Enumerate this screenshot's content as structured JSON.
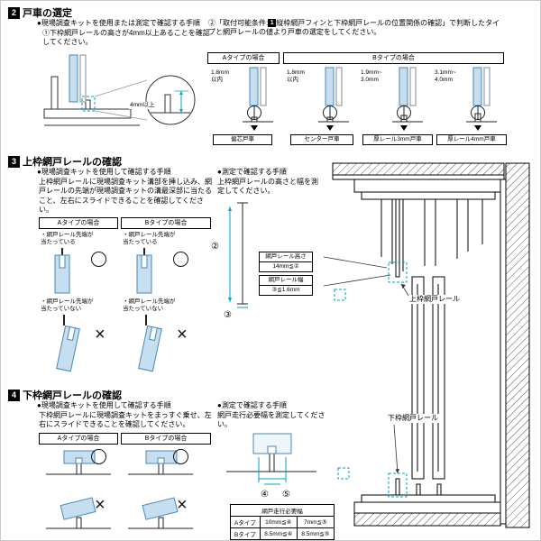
{
  "colors": {
    "kit_blue_fill": "#c5dff0",
    "kit_blue_line": "#4a87b8",
    "dim_teal": "#00a0c8",
    "header_badge": "#000000"
  },
  "marks": {
    "ok": "○",
    "ng": "×"
  },
  "s2": {
    "num": "2",
    "title": "戸車の選定",
    "bullet1": "●現場調査キットを使用または測定で確認する手順",
    "step1": "①下枠網戸レールの高さが4mm以上あることを確認してください。",
    "step2_pre": "②「取付可能条件:",
    "step2_num": "1",
    "step2_post": "縦枠網戸フィンと下枠網戸レールの位置関係の確認」で判断したタイプと網戸レールの値より戸車の選定をしてください。",
    "dim_label": "4mm以上",
    "type_a": "Aタイプの場合",
    "type_b": "Bタイプの場合",
    "rollers": [
      {
        "dim": "1.8mm\n以内",
        "label": "偏芯戸車"
      },
      {
        "dim": "1.8mm\n以内",
        "label": "センター戸車"
      },
      {
        "dim": "1.9mm~\n3.0mm",
        "label": "厚レール3mm戸車"
      },
      {
        "dim": "3.1mm~\n4.0mm",
        "label": "厚レール4mm戸車"
      }
    ]
  },
  "s3": {
    "num": "3",
    "title": "上枠網戸レールの確認",
    "bullet1": "●現場調査キットを使用して確認する手順",
    "desc1": "上枠網戸レールに現場調査キット溝部を挿し込み、網戸レールの先端が現場調査キットの溝最深部に当たること、左右にスライドできることを確認してください。",
    "type_a": "Aタイプの場合",
    "type_b": "Bタイプの場合",
    "ok_note": "・網戸レール先端が\n当たっている",
    "ng_note": "・網戸レール先端が\n当たっていない",
    "bullet2": "●測定で確認する手順",
    "desc2": "上枠網戸レールの高さと幅を測定してください。",
    "mark2": "②",
    "mark3": "③",
    "rail_height_label": "網戸レール高さ",
    "rail_height_value": "14mm≦②",
    "rail_width_label": "網戸レール幅",
    "rail_width_value": "③≦1.6mm",
    "upper_rail_label": "上枠網戸レール"
  },
  "s4": {
    "num": "4",
    "title": "下枠網戸レールの確認",
    "bullet1": "●現場調査キットを使用して確認する手順",
    "desc1": "下枠網戸レールに現場調査キットをまっすぐ乗せ、左右にスライドできることを確認してください。",
    "type_a": "Aタイプの場合",
    "type_b": "Bタイプの場合",
    "bullet2": "●測定で確認する手順",
    "desc2": "網戸走行必要幅を測定してください。",
    "mark4": "④",
    "mark5": "⑤",
    "lower_rail_label": "下枠網戸レール",
    "table": {
      "title": "網戸走行必要幅",
      "rows": [
        {
          "label": "Aタイプ",
          "v1": "10mm≦④",
          "v2": "7mm≦⑤"
        },
        {
          "label": "Bタイプ",
          "v1": "8.5mm≦④",
          "v2": "8.5mm≦⑤"
        }
      ]
    }
  }
}
